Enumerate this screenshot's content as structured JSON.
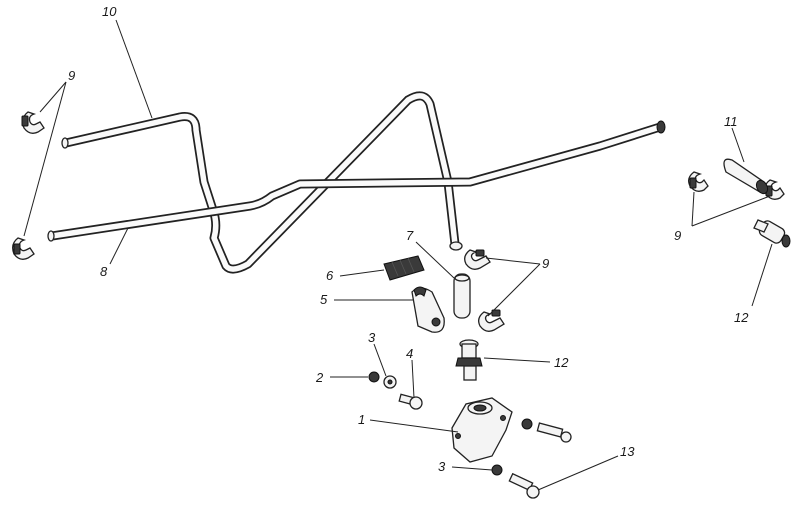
{
  "diagram": {
    "callouts": [
      {
        "id": "c10",
        "text": "10"
      },
      {
        "id": "c9a",
        "text": "9"
      },
      {
        "id": "c8",
        "text": "8"
      },
      {
        "id": "c7",
        "text": "7"
      },
      {
        "id": "c9b",
        "text": "9"
      },
      {
        "id": "c6",
        "text": "6"
      },
      {
        "id": "c5",
        "text": "5"
      },
      {
        "id": "c11",
        "text": "11"
      },
      {
        "id": "c9c",
        "text": "9"
      },
      {
        "id": "c12a",
        "text": "12"
      },
      {
        "id": "c3a",
        "text": "3"
      },
      {
        "id": "c4",
        "text": "4"
      },
      {
        "id": "c2",
        "text": "2"
      },
      {
        "id": "c12b",
        "text": "12"
      },
      {
        "id": "c1",
        "text": "1"
      },
      {
        "id": "c3b",
        "text": "3"
      },
      {
        "id": "c13",
        "text": "13"
      }
    ]
  }
}
